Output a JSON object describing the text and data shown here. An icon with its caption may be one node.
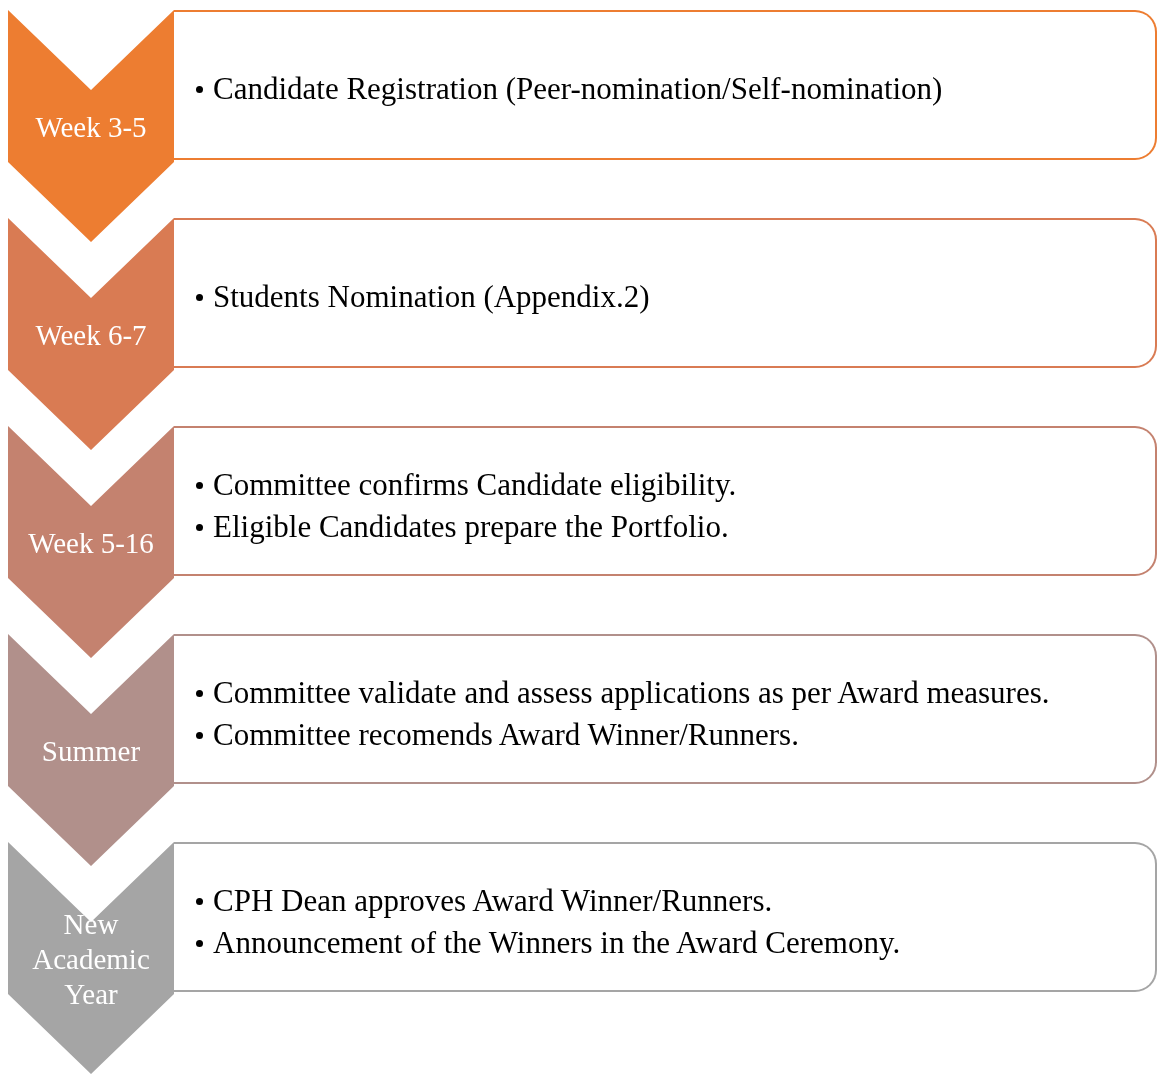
{
  "diagram": {
    "nodes": [
      {
        "text": [
          "Week 3-5"
        ]
      },
      {
        "text": [
          "Candidate Registration (Peer-nomination/Self-nomination)"
        ]
      },
      {
        "text": [
          "Week 6-7"
        ]
      },
      {
        "text": [
          "Students Nomination (Appendix.2)"
        ]
      },
      {
        "text": [
          "Week 5-16"
        ]
      },
      {
        "text": [
          "Committee confirms Candidate eligibility.",
          "Eligible Candidates prepare the Portfolio."
        ]
      },
      {
        "text": [
          "Summer"
        ]
      },
      {
        "text": [
          "Committee validate and assess applications as per Award measures.",
          "Committee recomends Award Winner/Runners."
        ]
      },
      {
        "text": [
          "New Academic Year"
        ]
      },
      {
        "text": [
          "CPH Dean approves Award Winner/Runners.",
          "Announcement of the Winners in the Award Ceremony."
        ]
      }
    ]
  }
}
